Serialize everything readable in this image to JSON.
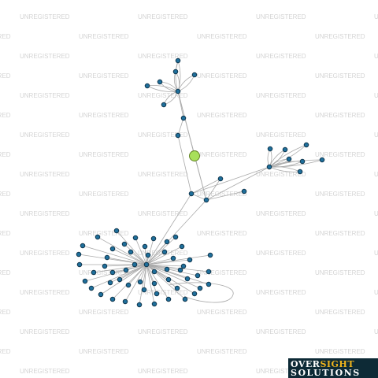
{
  "watermark": {
    "text": "UNREGISTERED"
  },
  "logo": {
    "line1_a": "OVER",
    "line1_b": "SIGHT",
    "line2": "SOLUTIONS"
  },
  "colors": {
    "background": "#ffffff",
    "edge": "#aaaaaa",
    "node_fill": "#1f6f9b",
    "node_stroke": "#0b2f45",
    "focus_fill": "#a8e05a",
    "focus_stroke": "#5a7a1a",
    "watermark": "#d4d4d4",
    "logo_bg": "#0d2a36",
    "logo_accent": "#f0b41c"
  },
  "graph": {
    "node_count": 69,
    "focus_node_count": 1
  }
}
